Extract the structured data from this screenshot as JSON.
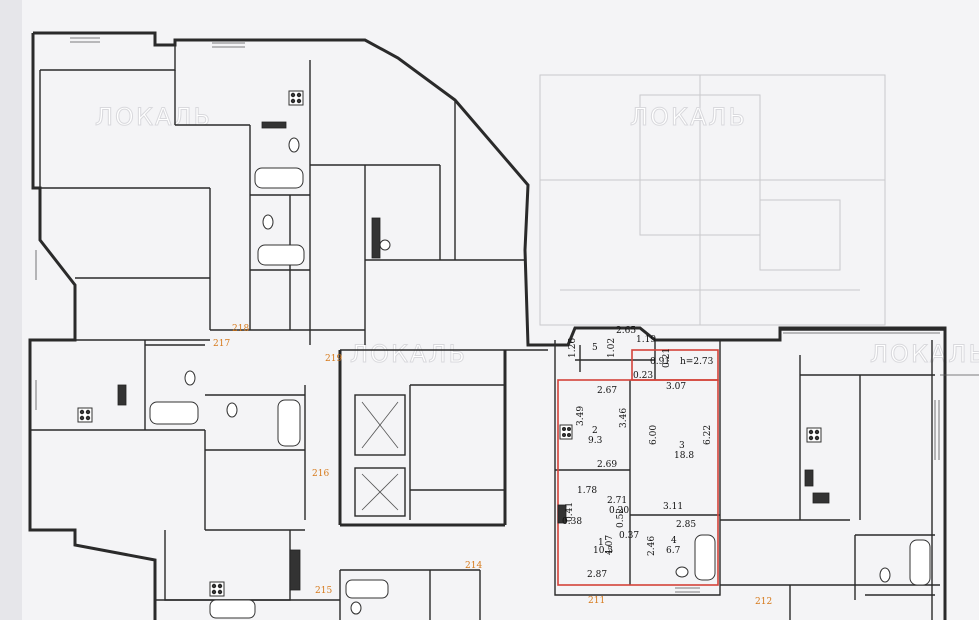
{
  "watermarks": [
    "ЛОКАЛЬ",
    "ЛОКАЛЬ",
    "ЛОКАЛЬ",
    "ЛОКАЛЬ"
  ],
  "section_numbers": [
    "218",
    "217",
    "219",
    "216",
    "215",
    "214",
    "211",
    "212"
  ],
  "apartment": {
    "ceiling_height": "h=2.73",
    "rooms": [
      {
        "id": "1",
        "area": "10.5"
      },
      {
        "id": "2",
        "area": "9.3"
      },
      {
        "id": "3",
        "area": "18.8"
      },
      {
        "id": "4",
        "area": "6.7"
      },
      {
        "id": "5",
        "area": ""
      }
    ],
    "dimensions": [
      "2.65",
      "1.26",
      "1.02",
      "1.19",
      "0.91",
      "0.21",
      "0.23",
      "2.67",
      "3.07",
      "3.49",
      "3.46",
      "6.00",
      "6.22",
      "2.69",
      "1.78",
      "2.71",
      "0.20",
      "3.11",
      "0.41",
      "0.38",
      "4.07",
      "0.52",
      "0.37",
      "2.85",
      "2.46",
      "2.87"
    ]
  },
  "colors": {
    "walls": "#2a2a2a",
    "highlight": "#d4433a",
    "section_numbers": "#d67a1c",
    "background": "#f4f4f6"
  }
}
